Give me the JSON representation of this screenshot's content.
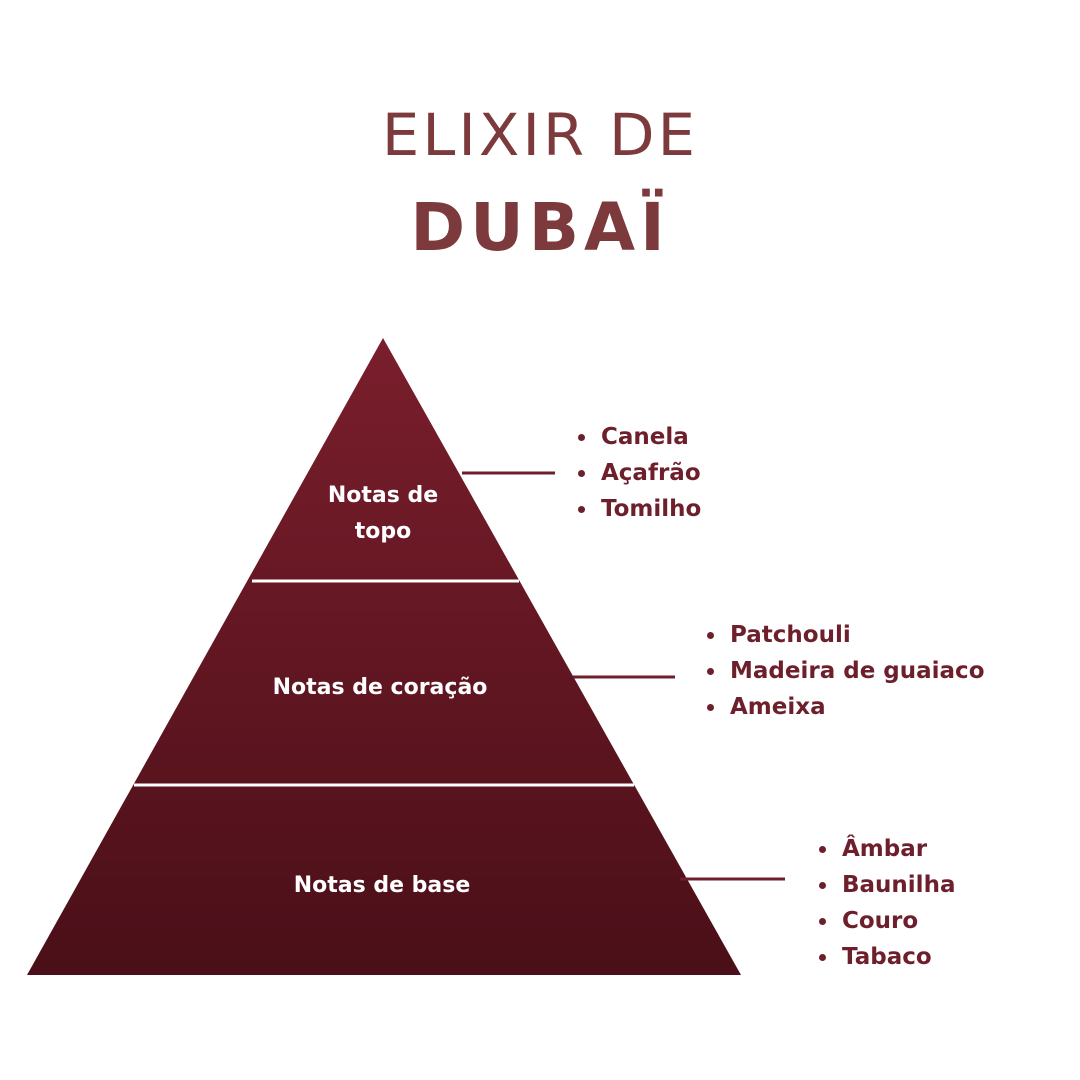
{
  "title": {
    "line1": "ELIXIR DE",
    "line2": "DUBAÏ"
  },
  "colors": {
    "title": "#7d3a3c",
    "pyramid_top": "#7a1e2c",
    "pyramid_bottom": "#4a0f18",
    "notes_text": "#6e1f2c",
    "divider": "#ffffff",
    "background": "#ffffff"
  },
  "pyramid": {
    "tiers": [
      {
        "label": "Notas de topo",
        "label_lines": [
          "Notas de",
          "topo"
        ],
        "notes": [
          "Canela",
          "Açafrão",
          "Tomilho"
        ]
      },
      {
        "label": "Notas de coração",
        "label_lines": [
          "Notas de coração"
        ],
        "notes": [
          "Patchouli",
          "Madeira de guaiaco",
          "Ameixa"
        ]
      },
      {
        "label": "Notas de base",
        "label_lines": [
          "Notas de base"
        ],
        "notes": [
          "Âmbar",
          "Baunilha",
          "Couro",
          "Tabaco"
        ]
      }
    ]
  }
}
